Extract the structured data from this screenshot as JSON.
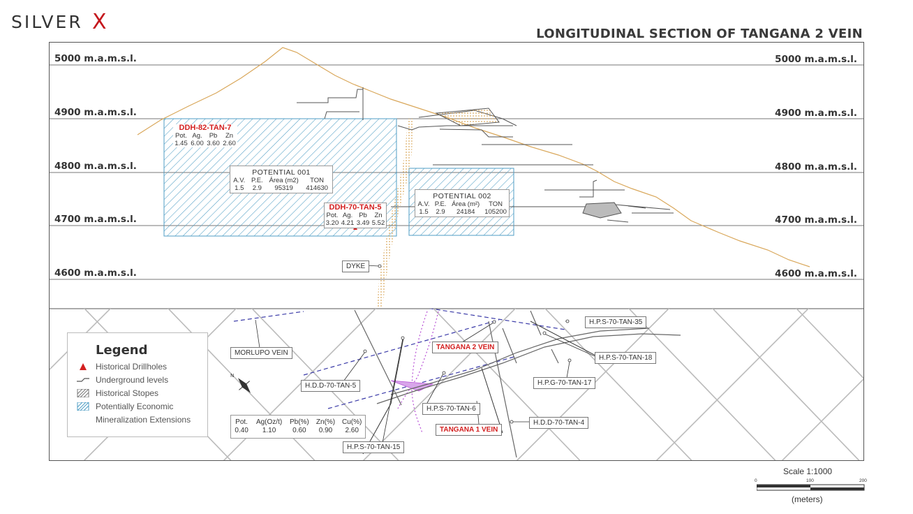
{
  "brand": {
    "logo_text": "SILVER",
    "logo_accent": "X"
  },
  "header": {
    "title": "LONGITUDINAL SECTION OF TANGANA 2 VEIN"
  },
  "elevations": [
    "5000 m.a.m.s.l.",
    "4900 m.a.m.s.l.",
    "4800 m.a.m.s.l.",
    "4700 m.a.m.s.l.",
    "4600 m.a.m.s.l."
  ],
  "drillholes": [
    {
      "title": "DDH-82-TAN-7",
      "headers": [
        "Pot.",
        "Ag.",
        "Pb",
        "Zn"
      ],
      "values": [
        "1.45",
        "6.00",
        "3.60",
        "2.60"
      ]
    },
    {
      "title": "DDH-70-TAN-5",
      "headers": [
        "Pot.",
        "Ag.",
        "Pb",
        "Zn"
      ],
      "values": [
        "3.20",
        "4.21",
        "3.49",
        "5.52"
      ]
    }
  ],
  "potentials": [
    {
      "title": "POTENTIAL 001",
      "headers": [
        "A.V.",
        "P.E.",
        "Área (m2)",
        "TON"
      ],
      "values": [
        "1.5",
        "2.9",
        "95319",
        "414630"
      ]
    },
    {
      "title": "POTENTIAL 002",
      "headers": [
        "A.V.",
        "P.E.",
        "Área (m²)",
        "TON"
      ],
      "values": [
        "1.5",
        "2.9",
        "24184",
        "105200"
      ]
    }
  ],
  "dyke_label": "DYKE",
  "plan_labels": {
    "morlupo": "MORLUPO VEIN",
    "tangana2": "TANGANA 2 VEIN",
    "tangana1": "TANGANA 1 VEIN",
    "hps35": "H.P.S-70-TAN-35",
    "hps18": "H.P.S-70-TAN-18",
    "hpg17": "H.P.G-70-TAN-17",
    "hdd5": "H.D.D-70-TAN-5",
    "hps6": "H.P.S-70-TAN-6",
    "hdd4": "H.D.D-70-TAN-4",
    "hps15": "H.P.S-70-TAN-15"
  },
  "legend": {
    "title": "Legend",
    "items": [
      "Historical Drillholes",
      "Underground levels",
      "Historical Stopes",
      "Potentially Economic",
      "Mineralization Extensions"
    ]
  },
  "assay": {
    "headers": [
      "Pot.",
      "Ag(Oz/t)",
      "Pb(%)",
      "Zn(%)",
      "Cu(%)"
    ],
    "values": [
      "0.40",
      "1.10",
      "0.60",
      "0.90",
      "2.60"
    ]
  },
  "scale": {
    "label": "Scale  1:1000",
    "ticks": [
      "0",
      "100",
      "200"
    ],
    "unit": "(meters)"
  },
  "colors": {
    "red": "#d32020",
    "hatch": "#4f9ec4",
    "topography": "#d9a75a",
    "vein_dash": "#3b3ba8",
    "magenta": "#b74fd6"
  },
  "icons": {
    "drillhole": "red-triangle-icon",
    "north": "north-arrow-icon"
  }
}
